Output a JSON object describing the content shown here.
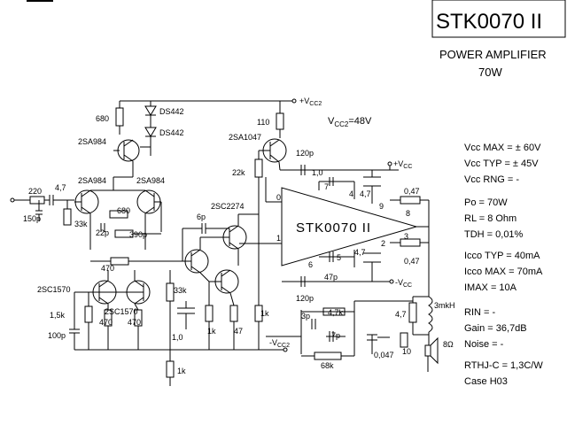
{
  "title": "STK0070 II",
  "subtitle": "POWER AMPLIFIER",
  "power": "70W",
  "supply": {
    "vcc2_label": "+V",
    "vcc2_sub": "CC2",
    "vcc2_value_pre": "V",
    "vcc2_value_sub": "CC2",
    "vcc2_value": "=48V",
    "neg_vcc2_label": "-V",
    "neg_vcc2_sub": "CC2",
    "pos_vcc": "+V",
    "pos_vcc_sub": "CC",
    "neg_vcc": "-V",
    "neg_vcc_sub": "CC"
  },
  "chip": {
    "label": "STK0070 II",
    "pins": [
      "0",
      "7",
      "4",
      "9",
      "8",
      "3",
      "2",
      "5",
      "6",
      "1"
    ]
  },
  "specs": [
    "Vcc MAX = ± 60V",
    "Vcc TYP = ± 45V",
    "Vcc RNG = -",
    "Po = 70W",
    "RL = 8 Ohm",
    "TDH = 0,01%",
    "Icco TYP = 40mA",
    "Icco MAX = 70mA",
    "IMAX = 10A",
    "RIN = -",
    "Gain = 36,7dB",
    "Noise = -",
    "RTHJ-C = 1,3C/W",
    "Case H03"
  ],
  "components": {
    "r680_top": "680",
    "ds442_a": "DS442",
    "ds442_b": "DS442",
    "q_2sa984_top": "2SA984",
    "r110": "110",
    "q_2sa1047": "2SA1047",
    "c120p_top": "120p",
    "c10": "1,0",
    "c47_top": "4,7",
    "r047_top": "0,47",
    "r22k": "22k",
    "q_2sa984_l": "2SA984",
    "q_2sa984_r": "2SA984",
    "r220": "220",
    "c47_in": "4,7",
    "c150p": "150p",
    "r33k_in": "33k",
    "r680_mid": "680",
    "c22p": "22p",
    "r390p": "390p",
    "c6p": "6p",
    "q_2sc2274": "2SC2274",
    "r470_mid": "470",
    "r047_bot": "0,47",
    "c47_bot": "4,7",
    "c47p": "47p",
    "q_2sc1570_l": "2SC1570",
    "q_2sc1570_r": "2SC1570",
    "r15k": "1,5k",
    "c100p": "100p",
    "r470_a": "470",
    "r470_b": "470",
    "r33k_b": "33k",
    "c10_b": "1,0",
    "r1k_a": "1k",
    "r47": "47",
    "r1k_b": "1k",
    "r1k_c": "1k",
    "c120p_bot": "120p",
    "c3p": "3p",
    "r47k": "4,7k",
    "c7p": "7p",
    "r68k": "68k",
    "r47_out": "4,7",
    "l3mkh": "3mkH",
    "c0047": "0,047",
    "r10": "10",
    "spk": "8Ω"
  }
}
